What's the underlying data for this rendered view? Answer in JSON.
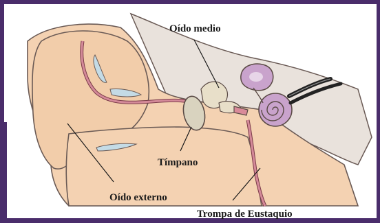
{
  "labels": {
    "middle_ear": "Oído medio",
    "eardrum": "Tímpano",
    "outer_ear": "Oído externo",
    "eustachian_tube": "Trompa de Eustaquio"
  },
  "colors": {
    "frame": "#4a2d6b",
    "skin": "#f4d2b2",
    "skin_shadow": "#e8c1a1",
    "bone": "#ece5de",
    "canal": "#c77d8c",
    "inner_ear": "#c9a3cc",
    "cartilage": "#c4dbe6",
    "nerve": "#222222"
  }
}
